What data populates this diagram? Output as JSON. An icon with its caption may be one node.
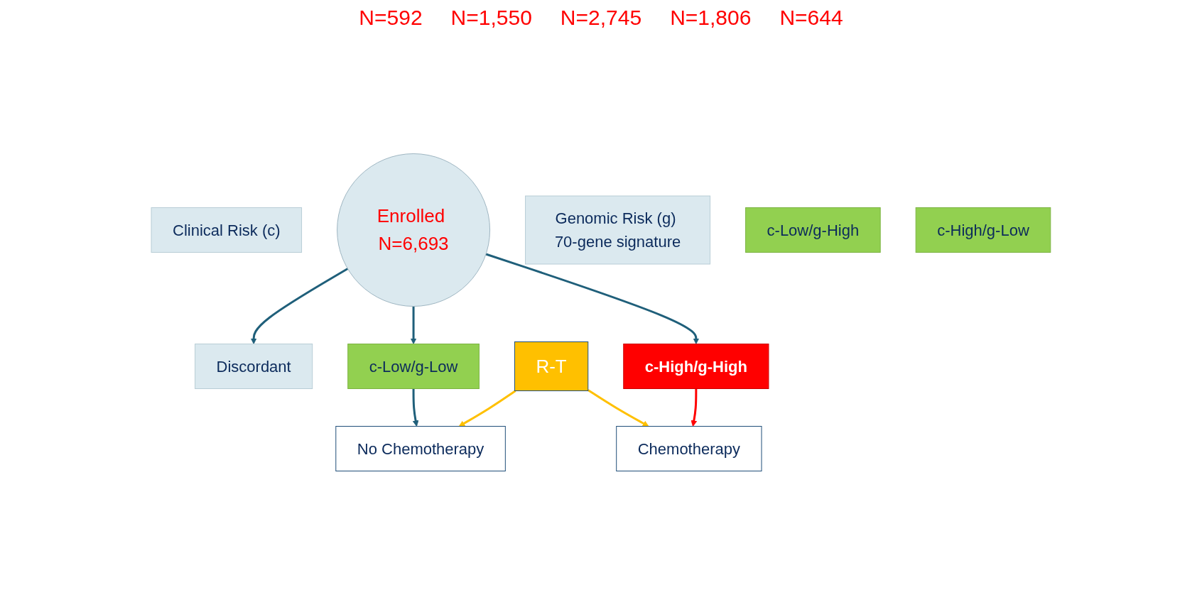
{
  "diagram": {
    "nodes": [
      {
        "text": [
          "Enrolled N=6,693"
        ]
      },
      {
        "text": [
          "Clinical Risk (c)"
        ]
      },
      {
        "text": [
          "Genomic Risk (g) 70-gene signature"
        ]
      },
      {
        "text": [
          "Discordant"
        ]
      },
      {
        "text": [
          "c-Low/g-Low"
        ]
      },
      {
        "text": [
          "c-Low/g-High"
        ]
      },
      {
        "text": [
          "c-High/g-Low"
        ]
      },
      {
        "text": [
          "c-High/g-High"
        ]
      },
      {
        "text": [
          "R-T"
        ]
      },
      {
        "text": [
          "No Chemotherapy"
        ]
      },
      {
        "text": [
          "Chemotherapy"
        ]
      }
    ],
    "edges": [
      {
        "from": 0,
        "to": 3,
        "arrow": "to"
      },
      {
        "from": 0,
        "to": 4,
        "arrow": "to"
      },
      {
        "from": 0,
        "to": 7,
        "arrow": "to"
      },
      {
        "from": 4,
        "to": 9,
        "arrow": "to"
      },
      {
        "from": 7,
        "to": 10,
        "arrow": "to",
        "color": "#ff0000"
      },
      {
        "from": 8,
        "to": 9,
        "arrow": "to",
        "color": "#ffc000"
      },
      {
        "from": 8,
        "to": 10,
        "arrow": "to",
        "color": "#ffc000"
      }
    ],
    "labels": [
      "N=592",
      "N=1,550",
      "N=2,745",
      "N=1,806",
      "N=644"
    ]
  }
}
